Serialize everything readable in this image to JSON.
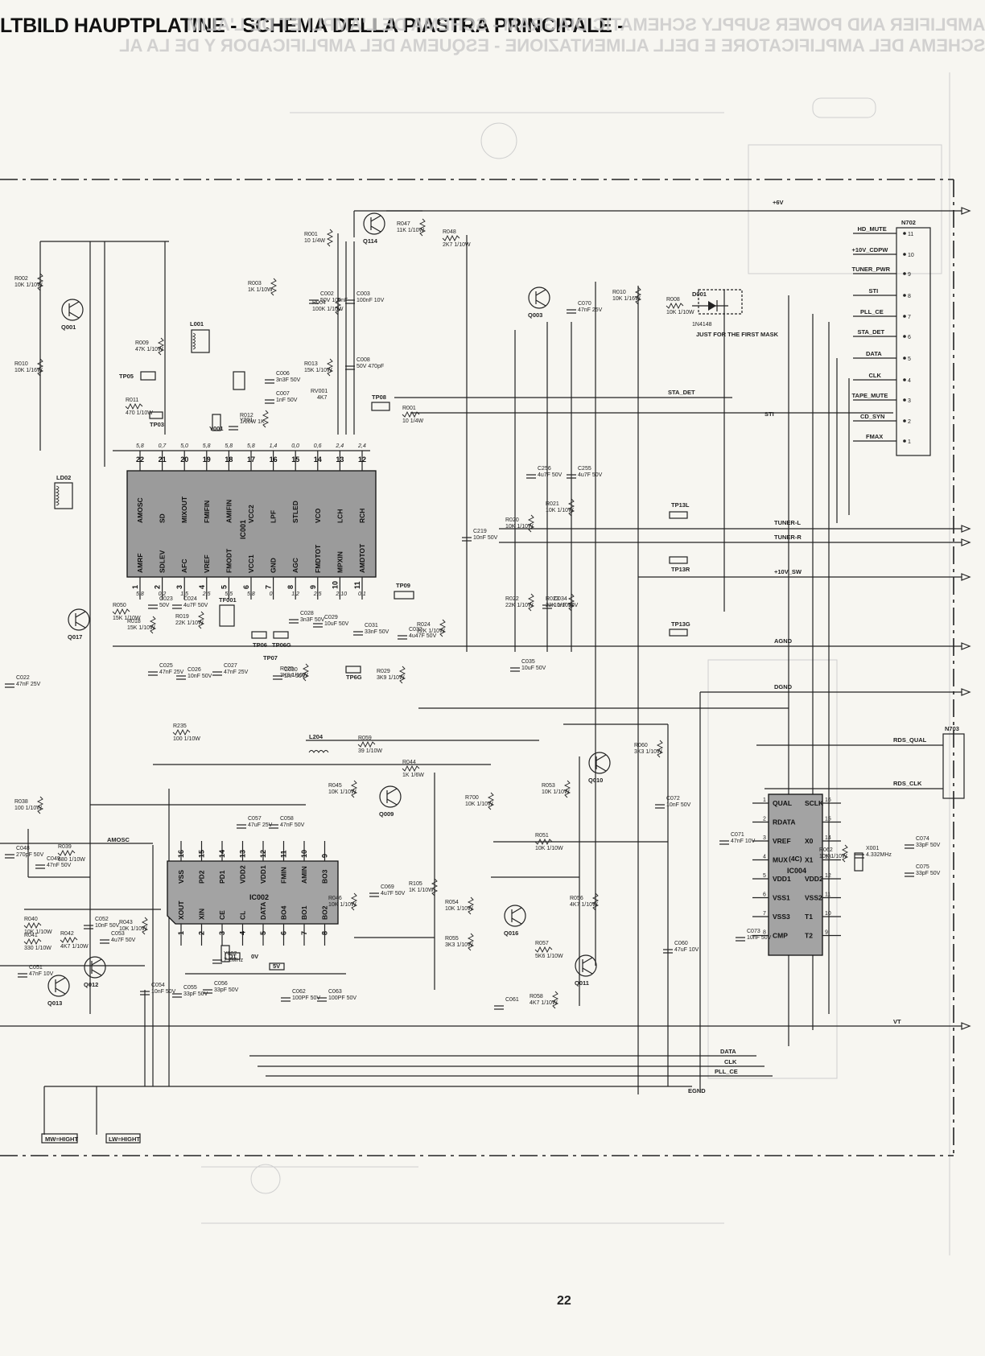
{
  "header": {
    "title": "LTBILD HAUPTPLATINE - SCHEMA DELLA PIASTRA PRINCIPALE -",
    "ghost_line1": "AMPLIFIER AND POWER SUPPLY SCHEMATIC DIAGRAM - SCHEMA DE L'AMPLI ET DE L'ALIM",
    "ghost_line2": "SCHEMA DEL AMPLIFICATORE E DELL ALIMENTAZIONE - ESQUEMA DEL AMPLIFICADOR Y DE LA AL"
  },
  "page_number": "22",
  "ic001": {
    "name": "IC001",
    "top_pins": [
      "22",
      "21",
      "20",
      "19",
      "18",
      "17",
      "16",
      "15",
      "14",
      "13",
      "12"
    ],
    "top_names": [
      "AMOSC",
      "SD",
      "MIXOUT",
      "FMIFIN",
      "AMIFIN",
      "VCC2",
      "LPF",
      "STLED",
      "VCO",
      "LCH",
      "RCH"
    ],
    "top_volts": [
      "5,8",
      "0,7",
      "5,0",
      "5,8",
      "5,8",
      "5,8",
      "1,4",
      "0,0",
      "0,6",
      "2,4",
      "2,4"
    ],
    "bottom_pins": [
      "1",
      "2",
      "3",
      "4",
      "5",
      "6",
      "7",
      "8",
      "9",
      "10",
      "11"
    ],
    "bottom_names": [
      "AMRF",
      "SDLEV",
      "AFC",
      "VREF",
      "FMODT",
      "VCC1",
      "GND",
      "AGC",
      "FMDTOT",
      "MPXIN",
      "AMDTOT"
    ],
    "bottom_volts": [
      "5,8",
      "0,2",
      "1,5",
      "2,5",
      "5,5",
      "5,8",
      "0",
      "1,2",
      "2,5",
      "2,10",
      "0,1"
    ]
  },
  "ic002": {
    "name": "IC002",
    "top_pins": [
      "16",
      "15",
      "14",
      "13",
      "12",
      "11",
      "10",
      "9"
    ],
    "top_names": [
      "VSS",
      "PD2",
      "PD1",
      "VDD2",
      "VDD1",
      "FMIN",
      "AMIN",
      "BO3"
    ],
    "bottom_pins": [
      "1",
      "2",
      "3",
      "4",
      "5",
      "6",
      "7",
      "8"
    ],
    "bottom_names": [
      "XOUT",
      "XIN",
      "CE",
      "CL",
      "DATA",
      "BO4",
      "BO1",
      "BO2"
    ]
  },
  "ic004": {
    "name": "IC004",
    "sub": "(4C)",
    "left_pins": [
      "1",
      "2",
      "3",
      "4",
      "5",
      "6",
      "7",
      "8"
    ],
    "left_names": [
      "QUAL",
      "RDATA",
      "VREF",
      "MUX",
      "VDD1",
      "VSS1",
      "VSS3",
      "CMP"
    ],
    "right_pins": [
      "16",
      "15",
      "14",
      "13",
      "12",
      "11",
      "10",
      "9"
    ],
    "right_names": [
      "SCLK",
      "",
      "X0",
      "X1",
      "VDD2",
      "VSS2",
      "T1",
      "T2"
    ]
  },
  "connector_n702": {
    "name": "N702",
    "signals": [
      "HD_MUTE",
      "+10V_CDPW",
      "TUNER_PWR",
      "STI",
      "PLL_CE",
      "STA_DET",
      "DATA",
      "CLK",
      "TAPE_MUTE",
      "CD_SYN",
      "FMAX"
    ]
  },
  "connector_n703": {
    "name": "N703",
    "signals": [
      "RDS_QUAL",
      "RDS_CLK"
    ]
  },
  "nets": {
    "tuner_l": "TUNER-L",
    "tuner_r": "TUNER-R",
    "v10_sw": "+10V_SW",
    "agnd": "AGND",
    "dgnd": "DGND",
    "vt": "VT",
    "v6": "+6V",
    "sti": "STI",
    "sta_det": "STA_DET",
    "amosc": "AMOSC",
    "data": "DATA",
    "clk": "CLK",
    "pll_ce": "PLL_CE",
    "egnd": "EGND"
  },
  "components": [
    {
      "ref": "Q114",
      "v": ""
    },
    {
      "ref": "R001",
      "v": "10 1/4W"
    },
    {
      "ref": "R047",
      "v": "11K 1/10W"
    },
    {
      "ref": "R048",
      "v": "2K7 1/10W"
    },
    {
      "ref": "Q003",
      "v": ""
    },
    {
      "ref": "R010",
      "v": "10K 1/16W"
    },
    {
      "ref": "R008",
      "v": "10K 1/10W"
    },
    {
      "ref": "D001",
      "v": "1N4148"
    },
    {
      "ref": "C070",
      "v": "47nF 25V"
    },
    {
      "ref": "R002",
      "v": "10K 1/10W"
    },
    {
      "ref": "Q001",
      "v": ""
    },
    {
      "ref": "R009",
      "v": "47K 1/10W"
    },
    {
      "ref": "L001",
      "v": ""
    },
    {
      "ref": "R003",
      "v": "1K 1/10W"
    },
    {
      "ref": "R004",
      "v": "100K 1/10W"
    },
    {
      "ref": "C002",
      "v": "50V 100nF"
    },
    {
      "ref": "C003",
      "v": "100nF 10V"
    },
    {
      "ref": "R013",
      "v": "15K 1/10W"
    },
    {
      "ref": "C008",
      "v": "50V 470pF"
    },
    {
      "ref": "RV001",
      "v": "4K7"
    },
    {
      "ref": "C006",
      "v": "3n3F 50V"
    },
    {
      "ref": "C007",
      "v": "1nF 50V"
    },
    {
      "ref": "R012",
      "v": "1/10W 1K"
    },
    {
      "ref": "Y201",
      "v": ""
    },
    {
      "ref": "Y001",
      "v": ""
    },
    {
      "ref": "R011",
      "v": "470 1/10W"
    },
    {
      "ref": "R001",
      "v": "1K5 1/10W"
    },
    {
      "ref": "C256",
      "v": "4u7F 50V"
    },
    {
      "ref": "C255",
      "v": "4u7F 50V"
    },
    {
      "ref": "R020",
      "v": "10K 1/10W"
    },
    {
      "ref": "R021",
      "v": "10K 1/10W"
    },
    {
      "ref": "C219",
      "v": "10nF 50V"
    },
    {
      "ref": "R022",
      "v": "22K 1/10W"
    },
    {
      "ref": "C034",
      "v": "10nF 50V"
    },
    {
      "ref": "R023",
      "v": "22K 1/10W"
    },
    {
      "ref": "C035",
      "v": "10uF 50V"
    },
    {
      "ref": "LD02",
      "v": ""
    },
    {
      "ref": "Q017",
      "v": ""
    },
    {
      "ref": "R050",
      "v": "15K 1/10W"
    },
    {
      "ref": "R018",
      "v": "15K 1/10W"
    },
    {
      "ref": "C023",
      "v": "50V"
    },
    {
      "ref": "C024",
      "v": "4u7F 50V"
    },
    {
      "ref": "R019",
      "v": "22K 1/10W"
    },
    {
      "ref": "TF001",
      "v": ""
    },
    {
      "ref": "C028",
      "v": "3n3F 50V"
    },
    {
      "ref": "C029",
      "v": "10uF 50V"
    },
    {
      "ref": "C031",
      "v": "33nF 50V"
    },
    {
      "ref": "C032",
      "v": "4u47F 50V"
    },
    {
      "ref": "R024",
      "v": "22K 1/10W"
    },
    {
      "ref": "R025",
      "v": "3K9 1/10W"
    },
    {
      "ref": "R029",
      "v": "3K9 1/10W"
    },
    {
      "ref": "C030",
      "v": "1nF 50V"
    },
    {
      "ref": "C025",
      "v": "47nF 25V"
    },
    {
      "ref": "C026",
      "v": "10nF 50V"
    },
    {
      "ref": "C027",
      "v": "47nF 25V"
    },
    {
      "ref": "C022",
      "v": "47nF 25V"
    },
    {
      "ref": "R235",
      "v": "100 1/10W"
    },
    {
      "ref": "L204",
      "v": ""
    },
    {
      "ref": "R059",
      "v": "39 1/10W"
    },
    {
      "ref": "R044",
      "v": "1K 1/6W"
    },
    {
      "ref": "R045",
      "v": "10K 1/10W"
    },
    {
      "ref": "Q009",
      "v": ""
    },
    {
      "ref": "R700",
      "v": "10K 1/10W"
    },
    {
      "ref": "R053",
      "v": "10K 1/10W"
    },
    {
      "ref": "Q010",
      "v": ""
    },
    {
      "ref": "R060",
      "v": "3K3 1/10W"
    },
    {
      "ref": "C072",
      "v": "10nF 50V"
    },
    {
      "ref": "R038",
      "v": "100 1/10W"
    },
    {
      "ref": "C048",
      "v": "270pF 50V"
    },
    {
      "ref": "R039",
      "v": "680 1/10W"
    },
    {
      "ref": "C049",
      "v": "47nF 50V"
    },
    {
      "ref": "C057",
      "v": "47uF 25V"
    },
    {
      "ref": "C058",
      "v": "47nF 50V"
    },
    {
      "ref": "R051",
      "v": "10K 1/10W"
    },
    {
      "ref": "R046",
      "v": "10K 1/10W"
    },
    {
      "ref": "C069",
      "v": "4u7F 50V"
    },
    {
      "ref": "R105",
      "v": "1K 1/10W"
    },
    {
      "ref": "R054",
      "v": "10K 1/10W"
    },
    {
      "ref": "R055",
      "v": "3K3 1/10W"
    },
    {
      "ref": "Q016",
      "v": ""
    },
    {
      "ref": "R057",
      "v": "5K6 1/10W"
    },
    {
      "ref": "R056",
      "v": "4K7 1/10W"
    },
    {
      "ref": "Q011",
      "v": ""
    },
    {
      "ref": "R058",
      "v": "4K7 1/10W"
    },
    {
      "ref": "C061",
      "v": ""
    },
    {
      "ref": "C060",
      "v": "47uF 10V"
    },
    {
      "ref": "C062",
      "v": "100PF 50V"
    },
    {
      "ref": "C063",
      "v": "100PF 50V"
    },
    {
      "ref": "Y002",
      "v": "7.2MHz"
    },
    {
      "ref": "C055",
      "v": "33pF 50V"
    },
    {
      "ref": "C056",
      "v": "33pF 50V"
    },
    {
      "ref": "C054",
      "v": "10nF 50V"
    },
    {
      "ref": "R043",
      "v": "10K 1/10W"
    },
    {
      "ref": "R040",
      "v": "10K 1/10W"
    },
    {
      "ref": "C052",
      "v": "10nF 50V"
    },
    {
      "ref": "R041",
      "v": "330 1/10W"
    },
    {
      "ref": "R042",
      "v": "4K7 1/10W"
    },
    {
      "ref": "C053",
      "v": "4u7F 50V"
    },
    {
      "ref": "Q012",
      "v": ""
    },
    {
      "ref": "Q013",
      "v": ""
    },
    {
      "ref": "C071",
      "v": "47nF 10V"
    },
    {
      "ref": "R062",
      "v": "10K 1/10W"
    },
    {
      "ref": "C074",
      "v": "33pF 50V"
    },
    {
      "ref": "C075",
      "v": "33pF 50V"
    },
    {
      "ref": "X001",
      "v": "4.332MHz"
    },
    {
      "ref": "C073",
      "v": "10nF 50V"
    },
    {
      "ref": "C051",
      "v": "47nF 10V"
    }
  ],
  "labels": {
    "just_first": "JUST FOR THE FIRST MASK",
    "mw_hight": "MW=HIGHT",
    "lw_hight": "LW=HIGHT",
    "tp13l": "TP13L",
    "tp13r": "TP13R",
    "tp13g": "TP13G",
    "tp05": "TP05",
    "tp03": "TP03",
    "tp08": "TP08",
    "tp09": "TP09",
    "tp06": "TP06",
    "tp06g": "TP06G",
    "tp07": "TP07",
    "tp6g": "TP6G",
    "d01": "D1",
    "v0": "0V",
    "v5": "5V"
  }
}
